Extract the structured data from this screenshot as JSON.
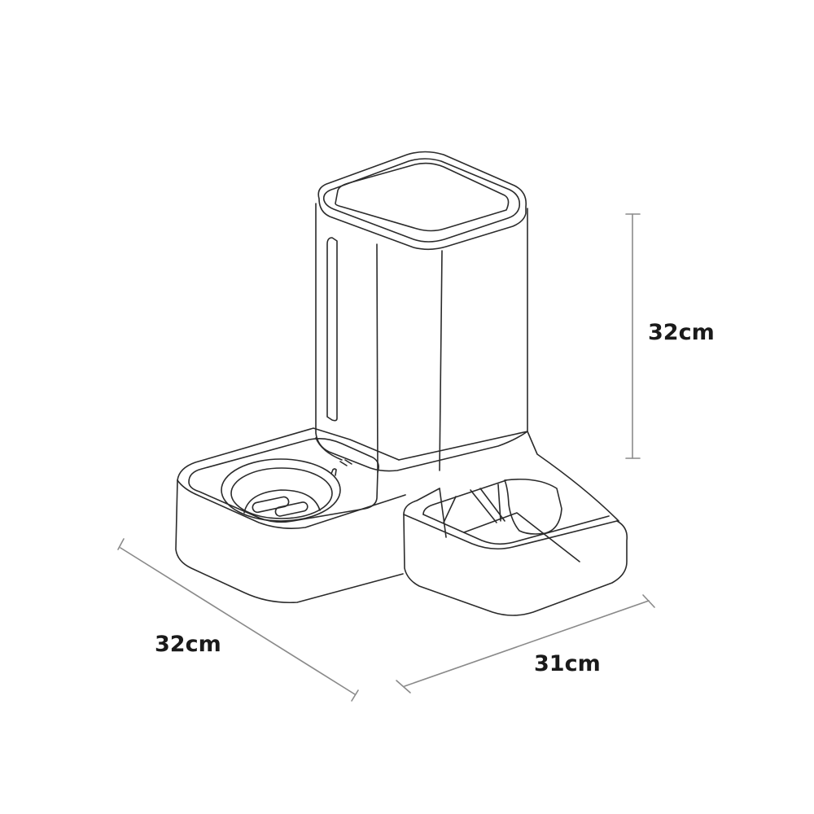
{
  "diagram": {
    "subject": "automatic pet feeder with water dispenser",
    "colors": {
      "background": "#ffffff",
      "outline": "#2b2b2b",
      "dimension_line": "#8a8a8a",
      "label_text": "#1a1a1a"
    },
    "dimensions": {
      "height": {
        "label": "32cm",
        "orientation": "vertical"
      },
      "depth": {
        "label": "32cm",
        "orientation": "diagonal-left"
      },
      "width": {
        "label": "31cm",
        "orientation": "diagonal-right"
      }
    }
  }
}
